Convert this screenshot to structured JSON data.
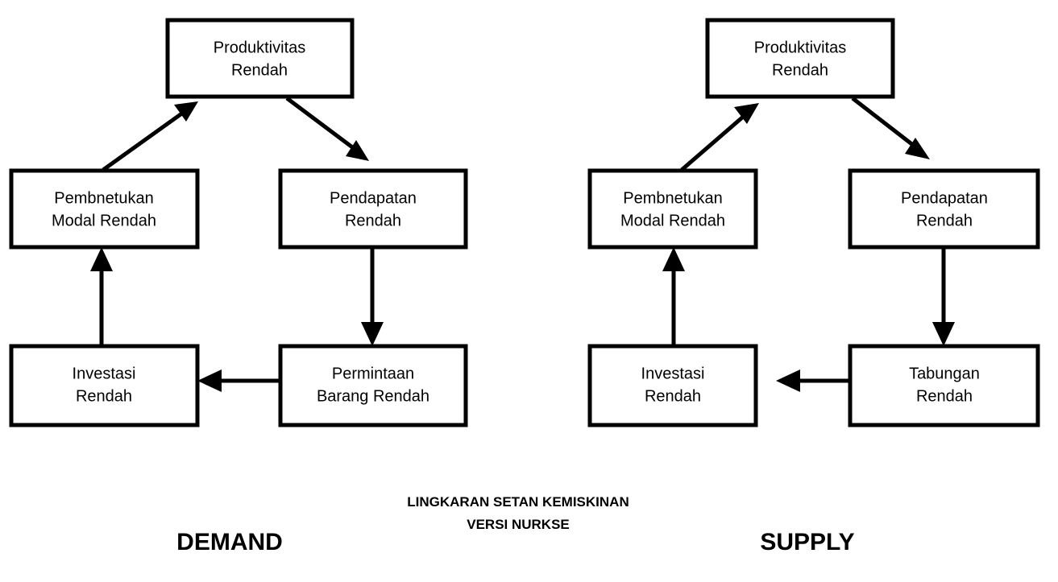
{
  "figure": {
    "title_line1": "LINGKARAN SETAN KEMISKINAN",
    "title_line2": "VERSI NURKSE",
    "background_color": "#ffffff",
    "stroke_color": "#000000"
  },
  "left_cycle": {
    "caption": "DEMAND",
    "nodes": [
      {
        "id": "produktivitas",
        "line1": "Produktivitas",
        "line2": "Rendah"
      },
      {
        "id": "pembnetukan-modal",
        "line1": "Pembnetukan",
        "line2": "Modal Rendah"
      },
      {
        "id": "pendapatan",
        "line1": "Pendapatan",
        "line2": "Rendah"
      },
      {
        "id": "investasi",
        "line1": "Investasi",
        "line2": "Rendah"
      },
      {
        "id": "permintaan-barang",
        "line1": "Permintaan",
        "line2": "Barang Rendah"
      }
    ],
    "edges": [
      {
        "from": "pembnetukan-modal",
        "to": "produktivitas",
        "direction": "up-right"
      },
      {
        "from": "produktivitas",
        "to": "pendapatan",
        "direction": "down-right"
      },
      {
        "from": "pendapatan",
        "to": "permintaan-barang",
        "direction": "down"
      },
      {
        "from": "permintaan-barang",
        "to": "investasi",
        "direction": "left"
      },
      {
        "from": "investasi",
        "to": "pembnetukan-modal",
        "direction": "up"
      }
    ]
  },
  "right_cycle": {
    "caption": "SUPPLY",
    "nodes": [
      {
        "id": "produktivitas",
        "line1": "Produktivitas",
        "line2": "Rendah"
      },
      {
        "id": "pembnetukan-modal",
        "line1": "Pembnetukan",
        "line2": "Modal Rendah"
      },
      {
        "id": "pendapatan",
        "line1": "Pendapatan",
        "line2": "Rendah"
      },
      {
        "id": "investasi",
        "line1": "Investasi",
        "line2": "Rendah"
      },
      {
        "id": "tabungan",
        "line1": "Tabungan",
        "line2": "Rendah"
      }
    ],
    "edges": [
      {
        "from": "pembnetukan-modal",
        "to": "produktivitas",
        "direction": "up-right"
      },
      {
        "from": "produktivitas",
        "to": "pendapatan",
        "direction": "down-right"
      },
      {
        "from": "pendapatan",
        "to": "tabungan",
        "direction": "down"
      },
      {
        "from": "tabungan",
        "to": "investasi",
        "direction": "left"
      },
      {
        "from": "investasi",
        "to": "pembnetukan-modal",
        "direction": "up"
      }
    ]
  }
}
